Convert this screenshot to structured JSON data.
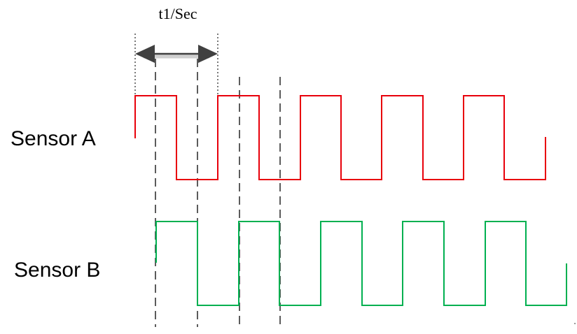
{
  "period_label": "t1/Sec",
  "sensor_a": {
    "label": "Sensor A",
    "color": "#e8000b"
  },
  "sensor_b": {
    "label": "Sensor B",
    "color": "#00b050"
  },
  "arrow_color": "#404040",
  "guide_color": "#333333"
}
